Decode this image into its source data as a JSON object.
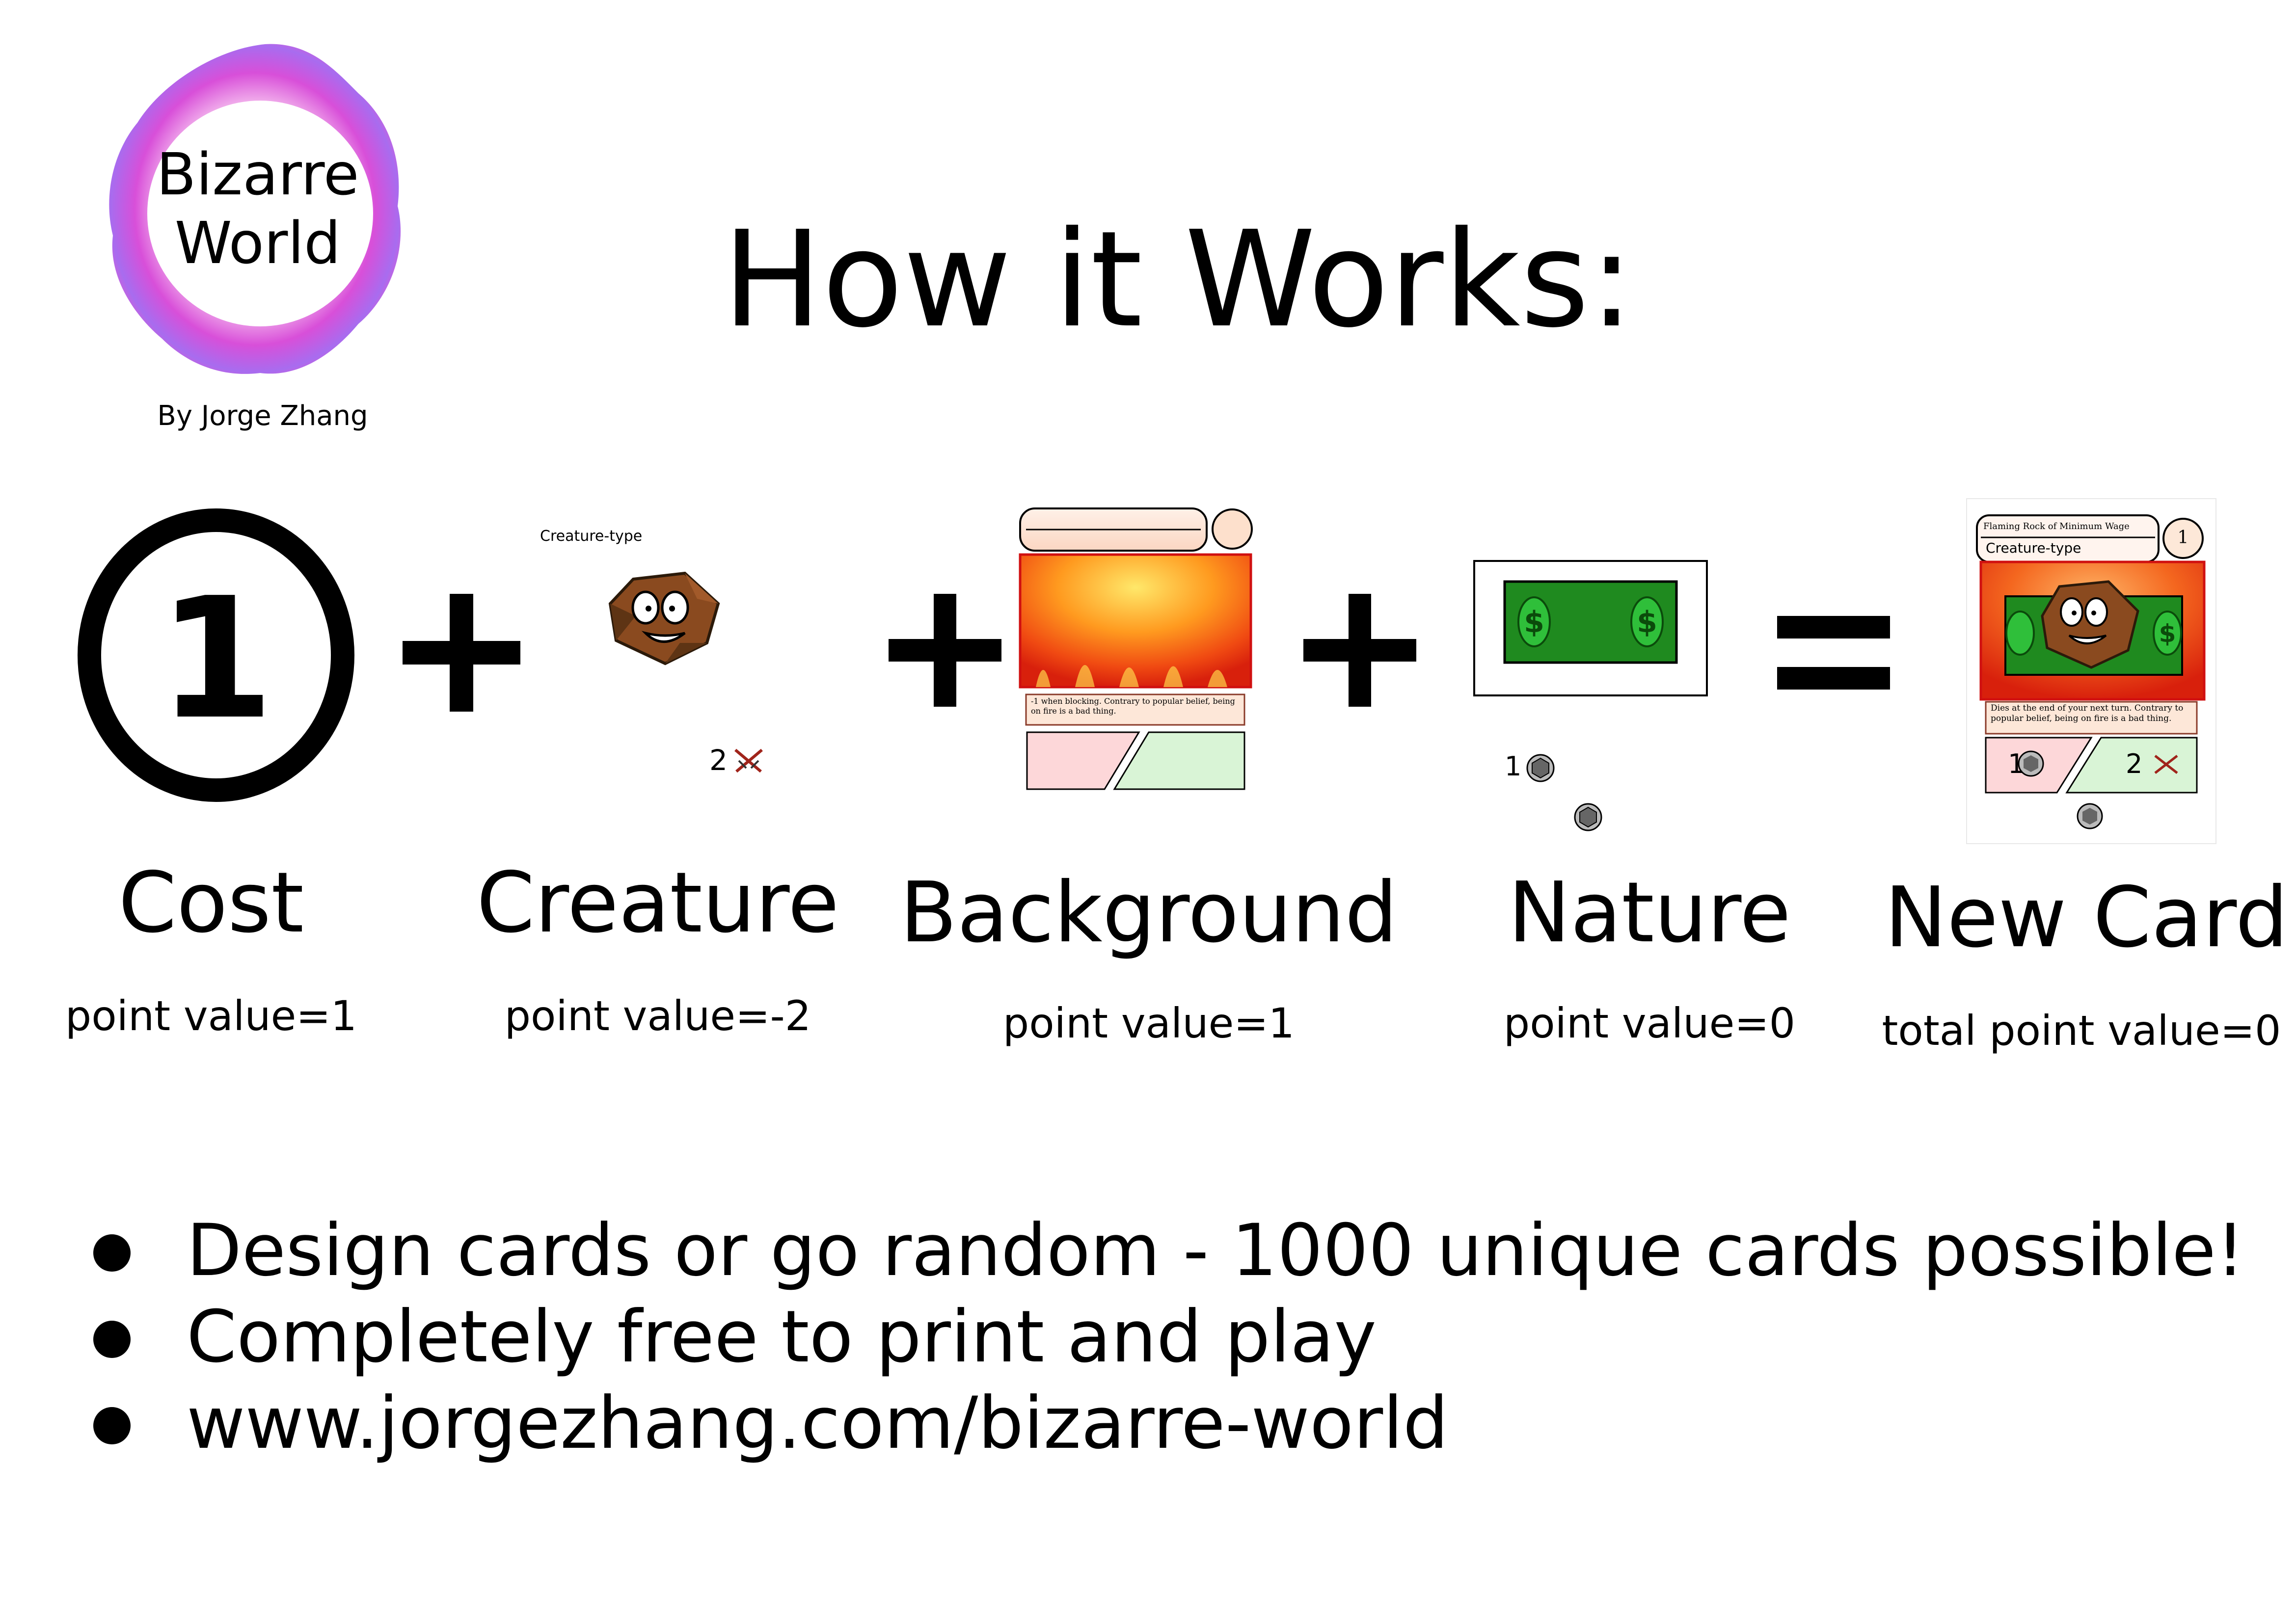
{
  "logo": {
    "line1": "Bizarre",
    "line2": "World",
    "byline": "By Jorge Zhang",
    "ring_colors": [
      "#e24fd6",
      "#c86be8",
      "#9a6bf0",
      "#f4a9e8"
    ]
  },
  "title": "How it Works:",
  "equation": {
    "cost": {
      "symbol": "1",
      "label": "Cost",
      "value_text": "point value=1"
    },
    "creature": {
      "type_text": "Creature-type",
      "stat_number": "2",
      "stat_icon": "crossed-swords-icon",
      "label": "Creature",
      "value_text": "point value=-2"
    },
    "background": {
      "ability_text": "-1",
      "ability_icon": "crossed-swords-icon",
      "ability_rest": "when blocking. Contrary to popular belief, being on fire is a bad thing.",
      "label": "Background",
      "value_text": "point value=1"
    },
    "nature": {
      "stat_number": "1",
      "stat_icon": "hexagon-shield-icon",
      "label": "Nature",
      "value_text": "point value=0"
    },
    "new_card": {
      "name": "Flaming Rock of Minimum Wage",
      "cost": "1",
      "type_text": "Creature-type",
      "ability_text": "Dies at the end of your next turn. Contrary to popular belief, being on fire is a bad thing.",
      "left_stat": "1",
      "right_stat": "2",
      "label": "New Card",
      "value_text": "total point value=0"
    },
    "operators": {
      "plus": "+",
      "equals": "="
    }
  },
  "bullets": [
    "Design cards or go random - 1000 unique cards possible!",
    "Completely free to print and play",
    "www.jorgezhang.com/bizarre-world"
  ]
}
